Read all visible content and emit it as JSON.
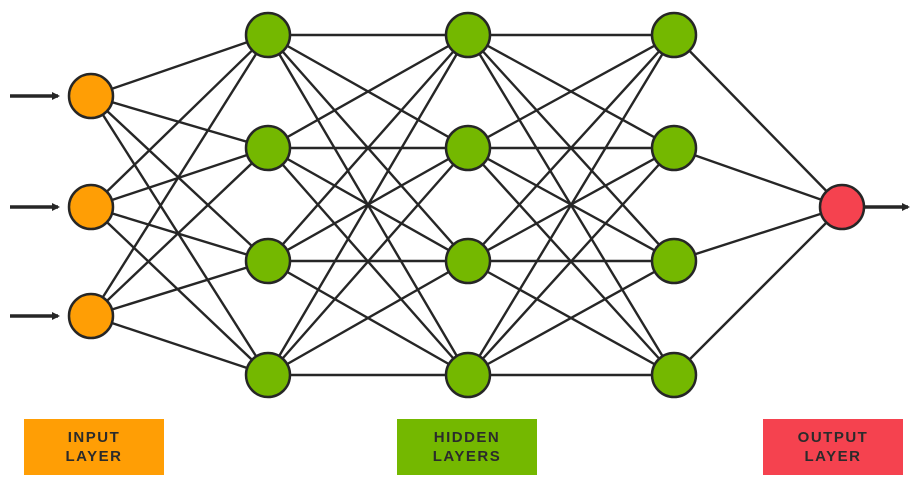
{
  "colors": {
    "input": "#FF9E05",
    "hidden": "#74B800",
    "output": "#F5424F",
    "stroke": "#262626",
    "edge": "#262626"
  },
  "network": {
    "layers": [
      {
        "role": "input",
        "nodes": 3
      },
      {
        "role": "hidden",
        "nodes": 4
      },
      {
        "role": "hidden",
        "nodes": 4
      },
      {
        "role": "hidden",
        "nodes": 4
      },
      {
        "role": "output",
        "nodes": 1
      }
    ],
    "input_arrows": 3,
    "output_arrows": 1
  },
  "labels": {
    "input": "INPUT\nLAYER",
    "hidden": "HIDDEN\nLAYERS",
    "output": "OUTPUT\nLAYER"
  }
}
